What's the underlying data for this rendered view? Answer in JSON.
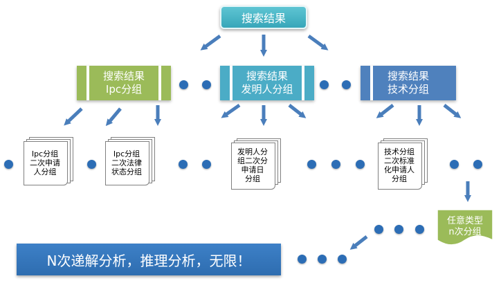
{
  "top_node": {
    "label": "搜索结果"
  },
  "groups": [
    {
      "line1": "搜索结果",
      "line2": "Ipc分组",
      "color": "#9bbb59"
    },
    {
      "line1": "搜索结果",
      "line2": "发明人分组",
      "color": "#4bacc6"
    },
    {
      "line1": "搜索结果",
      "line2": "技术分组",
      "color": "#4f81bd"
    }
  ],
  "docs": [
    {
      "lines": [
        "Ipc分组",
        "二次申请",
        "人分组"
      ]
    },
    {
      "lines": [
        "Ipc分组",
        "二次法律",
        "状态分组"
      ]
    },
    {
      "lines": [
        "发明人分",
        "组二次分",
        "申请日",
        "分组"
      ]
    },
    {
      "lines": [
        "技术分组",
        "二次标准",
        "化申请人",
        "分组"
      ]
    }
  ],
  "any_type": {
    "line1": "任意类型",
    "line2": "n次分组",
    "color": "#9bbb59"
  },
  "banner": {
    "text": "N次递解分析，推理分析，无限！",
    "color": "#2e6db0"
  },
  "colors": {
    "arrow": "#4a7ebb",
    "dot": "#2c6db5"
  }
}
